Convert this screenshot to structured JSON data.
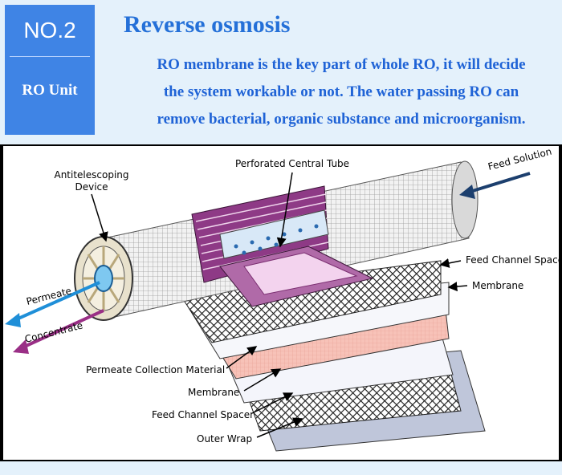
{
  "badge": {
    "number": "NO.2",
    "unit": "RO Unit"
  },
  "header": {
    "title": "Reverse osmosis",
    "desc_lines": [
      "RO membrane is the key part of whole RO, it will decide",
      "the system workable or not. The water passing RO can",
      "remove bacterial, organic substance and microorganism."
    ]
  },
  "diagram": {
    "labels": {
      "perforated_tube": "Perforated Central Tube",
      "antitelescoping_1": "Antitelescoping",
      "antitelescoping_2": "Device",
      "feed_solution": "Feed Solution",
      "feed_channel_spacer_top": "Feed Channel Spacer",
      "membrane_top": "Membrane",
      "permeate": "Permeate",
      "concentrate": "Concentrate",
      "permeate_collection": "Permeate Collection Material",
      "membrane_bottom": "Membrane",
      "feed_channel_spacer_bottom": "Feed Channel Spacer",
      "outer_wrap": "Outer Wrap"
    },
    "colors": {
      "permeate_arrow": "#1f8fd8",
      "concentrate_arrow": "#9a2f86",
      "feed_arrow": "#1c3f6e",
      "membrane_purple": "#8e3a86",
      "permeate_pink": "#f5b7ae",
      "outer_wrap": "#bfc6da"
    }
  }
}
